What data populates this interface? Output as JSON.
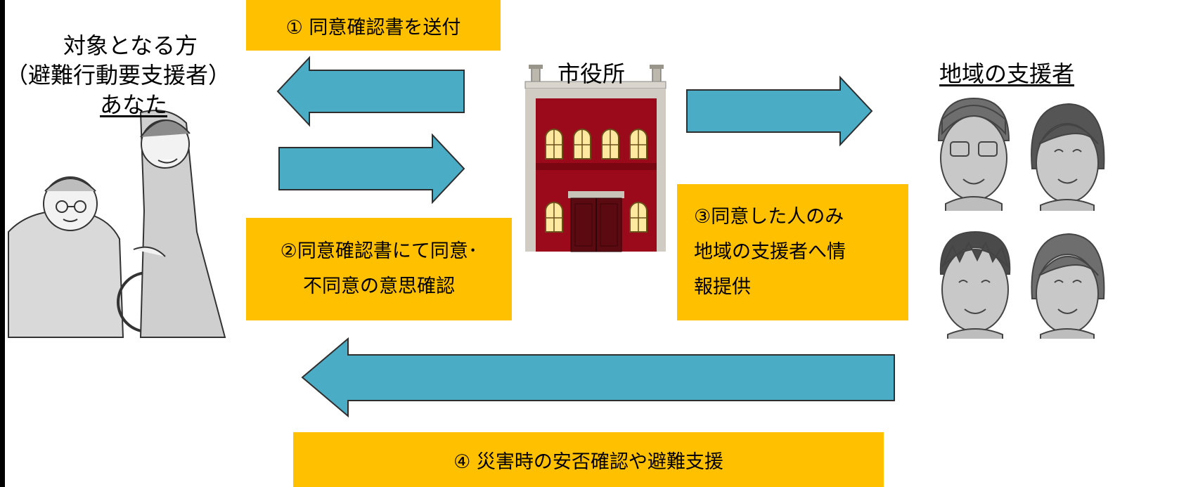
{
  "diagram": {
    "target_person": {
      "line1": "対象となる方",
      "line2": "（避難行動要支援者）",
      "line3": "あなた"
    },
    "city_hall": {
      "label": "市役所"
    },
    "local_supporters": {
      "label": "地域の支援者"
    },
    "steps": {
      "step1": "①  同意確認書を送付",
      "step2": {
        "line1": "②同意確認書にて同意･",
        "line2": "不同意の意思確認"
      },
      "step3": {
        "line1": "③同意した人のみ",
        "line2": "地域の支援者へ情",
        "line3": "報提供"
      },
      "step4": "④  災害時の安否確認や避難支援"
    },
    "colors": {
      "label_fill": "#FFC000",
      "arrow_fill": "#4BACC6",
      "arrow_stroke": "#2E2E2E",
      "building_brick": "#9B0A1A",
      "window_fill": "#FFE9A0"
    }
  }
}
